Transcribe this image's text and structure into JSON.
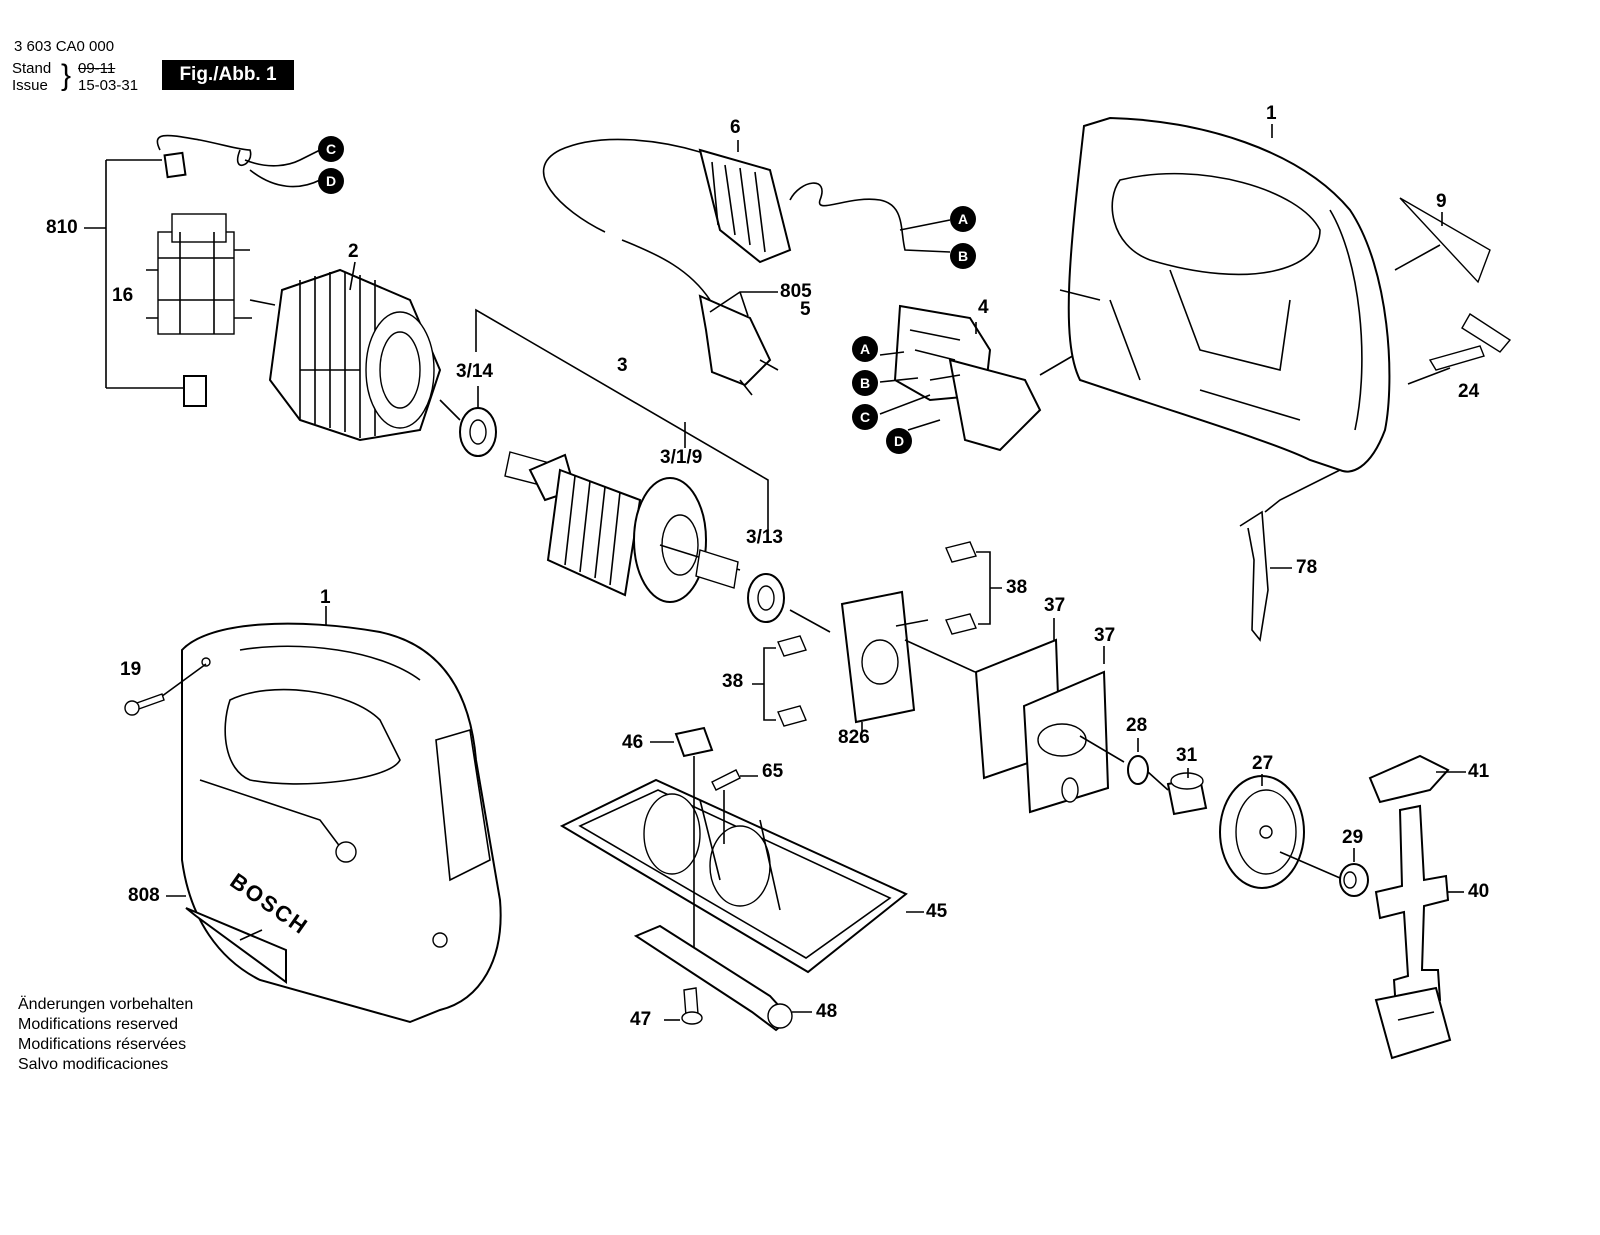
{
  "header": {
    "part_number": "3 603 CA0 000",
    "stand_label": "Stand",
    "issue_label": "Issue",
    "old_date": "09-11",
    "new_date": "15-03-31",
    "figure_label": "Fig./Abb. 1"
  },
  "notes": [
    "Änderungen vorbehalten",
    "Modifications reserved",
    "Modifications réservées",
    "Salvo modificaciones"
  ],
  "connectors": {
    "a": "A",
    "b": "B",
    "c": "C",
    "d": "D"
  },
  "parts": {
    "p1_top": "1",
    "p1_bottom": "1",
    "p2": "2",
    "p3": "3",
    "p3_1_9": "3/1/9",
    "p3_13": "3/13",
    "p3_14": "3/14",
    "p4": "4",
    "p5": "5",
    "p6": "6",
    "p9": "9",
    "p16": "16",
    "p19": "19",
    "p24": "24",
    "p27": "27",
    "p28": "28",
    "p29": "29",
    "p31": "31",
    "p37a": "37",
    "p37b": "37",
    "p38a": "38",
    "p38b": "38",
    "p40": "40",
    "p41": "41",
    "p45": "45",
    "p46": "46",
    "p47": "47",
    "p48": "48",
    "p65": "65",
    "p78": "78",
    "p805": "805",
    "p808": "808",
    "p810": "810",
    "p826": "826"
  },
  "brand_mark": "BOSCH"
}
